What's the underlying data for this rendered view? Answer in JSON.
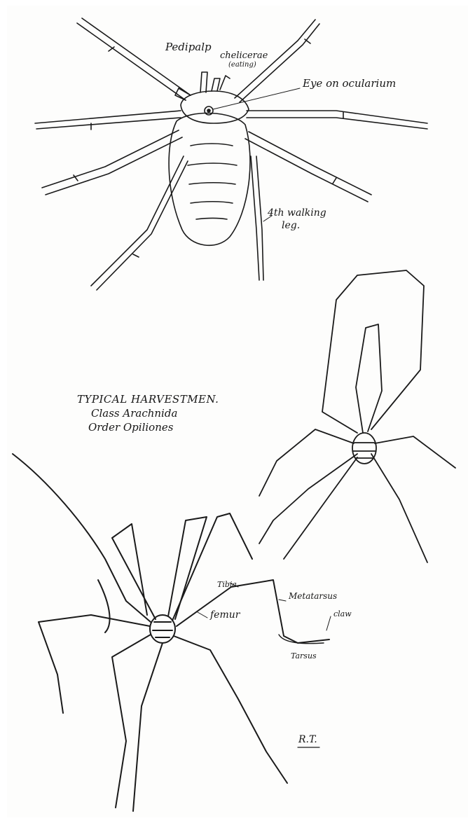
{
  "labels": {
    "pedipalp": "Pedipalp",
    "chelicerae": "chelicerae",
    "chelicerae_note": "(eating)",
    "eye": "Eye on ocularium",
    "walking_leg_line1": "4th walking",
    "walking_leg_line2": "leg.",
    "tibia": "Tibia",
    "femur": "femur",
    "metatarsus": "Metatarsus",
    "claw": "claw",
    "tarsus": "Tarsus",
    "signature": "R.T."
  },
  "title": {
    "line1": "TYPICAL HARVESTMEN.",
    "line2": "Class Arachnida",
    "line3": "Order Opiliones"
  },
  "colors": {
    "ink": "#1a1a1a",
    "paper": "#fdfdfc"
  }
}
